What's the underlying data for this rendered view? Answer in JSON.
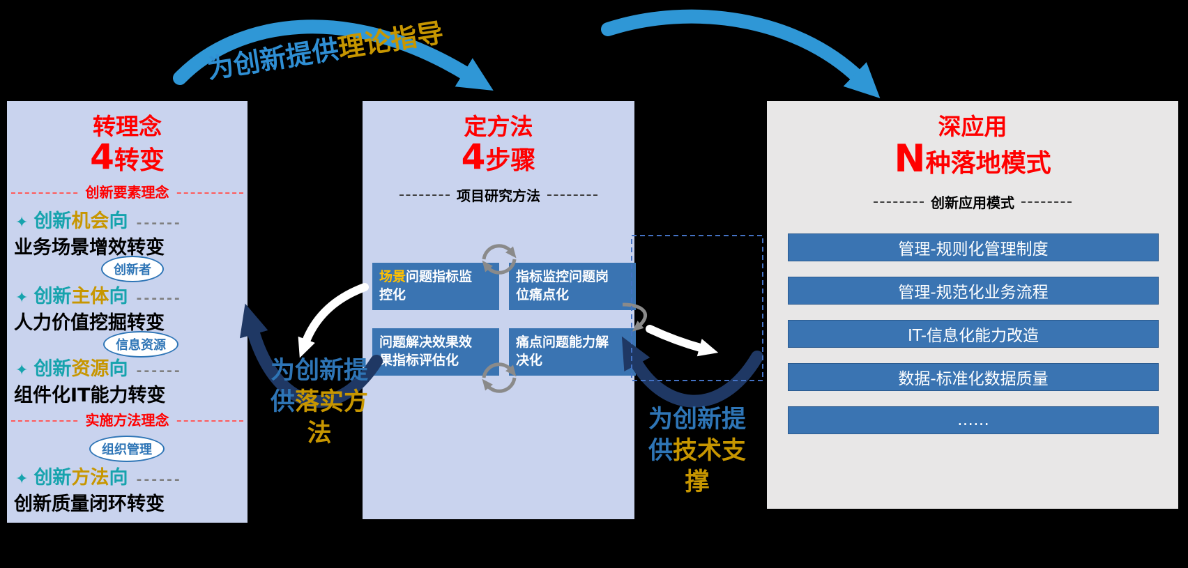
{
  "colors": {
    "panel_blue": "#c9d3ee",
    "panel_gray": "#e8e7e7",
    "box_blue": "#3a74b2",
    "title_red": "#ff0000",
    "teal": "#16a3ad",
    "gold": "#c79600",
    "navy_arrow": "#1f3864",
    "light_blue_arrow": "#2f97d6",
    "ellipse_blue": "#2e75b6"
  },
  "top_arrow_label": {
    "blue": "为创新提供",
    "orange": "理论指导"
  },
  "bottom_left_label": {
    "blue": "为创新提供",
    "orange": "落实方法"
  },
  "bottom_right_label": {
    "blue": "为创新提供",
    "orange": "技术支撑"
  },
  "left_panel": {
    "title": "转理念",
    "count": "4",
    "count_suffix": "转变",
    "separator1": "创新要素理念",
    "separator2": "实施方法理念",
    "items": [
      {
        "pre": "创新",
        "hl": "机会",
        "post": "向",
        "dashes": "------",
        "desc": "业务场景增效转变"
      },
      {
        "pre": "创新",
        "hl": "主体",
        "post": "向",
        "dashes": "------",
        "desc": "人力价值挖掘转变"
      },
      {
        "pre": "创新",
        "hl": "资源",
        "post": "向",
        "dashes": "------",
        "desc": "组件化IT能力转变"
      },
      {
        "pre": "创新",
        "hl": "方法",
        "post": "向",
        "dashes": "------",
        "desc": "创新质量闭环转变"
      }
    ],
    "tags": [
      "创新者",
      "信息资源",
      "组织管理"
    ]
  },
  "middle_panel": {
    "title": "定方法",
    "count": "4",
    "count_suffix": "步骤",
    "method_label": "项目研究方法",
    "boxes": [
      {
        "hl": "场景",
        "text": "问题指标监控化"
      },
      {
        "hl": "",
        "text": "指标监控问题岗位痛点化"
      },
      {
        "hl": "",
        "text": "问题解决效果效果指标评估化"
      },
      {
        "hl": "",
        "text": "痛点问题能力解决化"
      }
    ]
  },
  "right_panel": {
    "title": "深应用",
    "count": "N",
    "count_suffix": "种落地模式",
    "method_label": "创新应用模式",
    "bars": [
      "管理-规则化管理制度",
      "管理-规范化业务流程",
      "IT-信息化能力改造",
      "数据-标准化数据质量",
      "……"
    ]
  }
}
